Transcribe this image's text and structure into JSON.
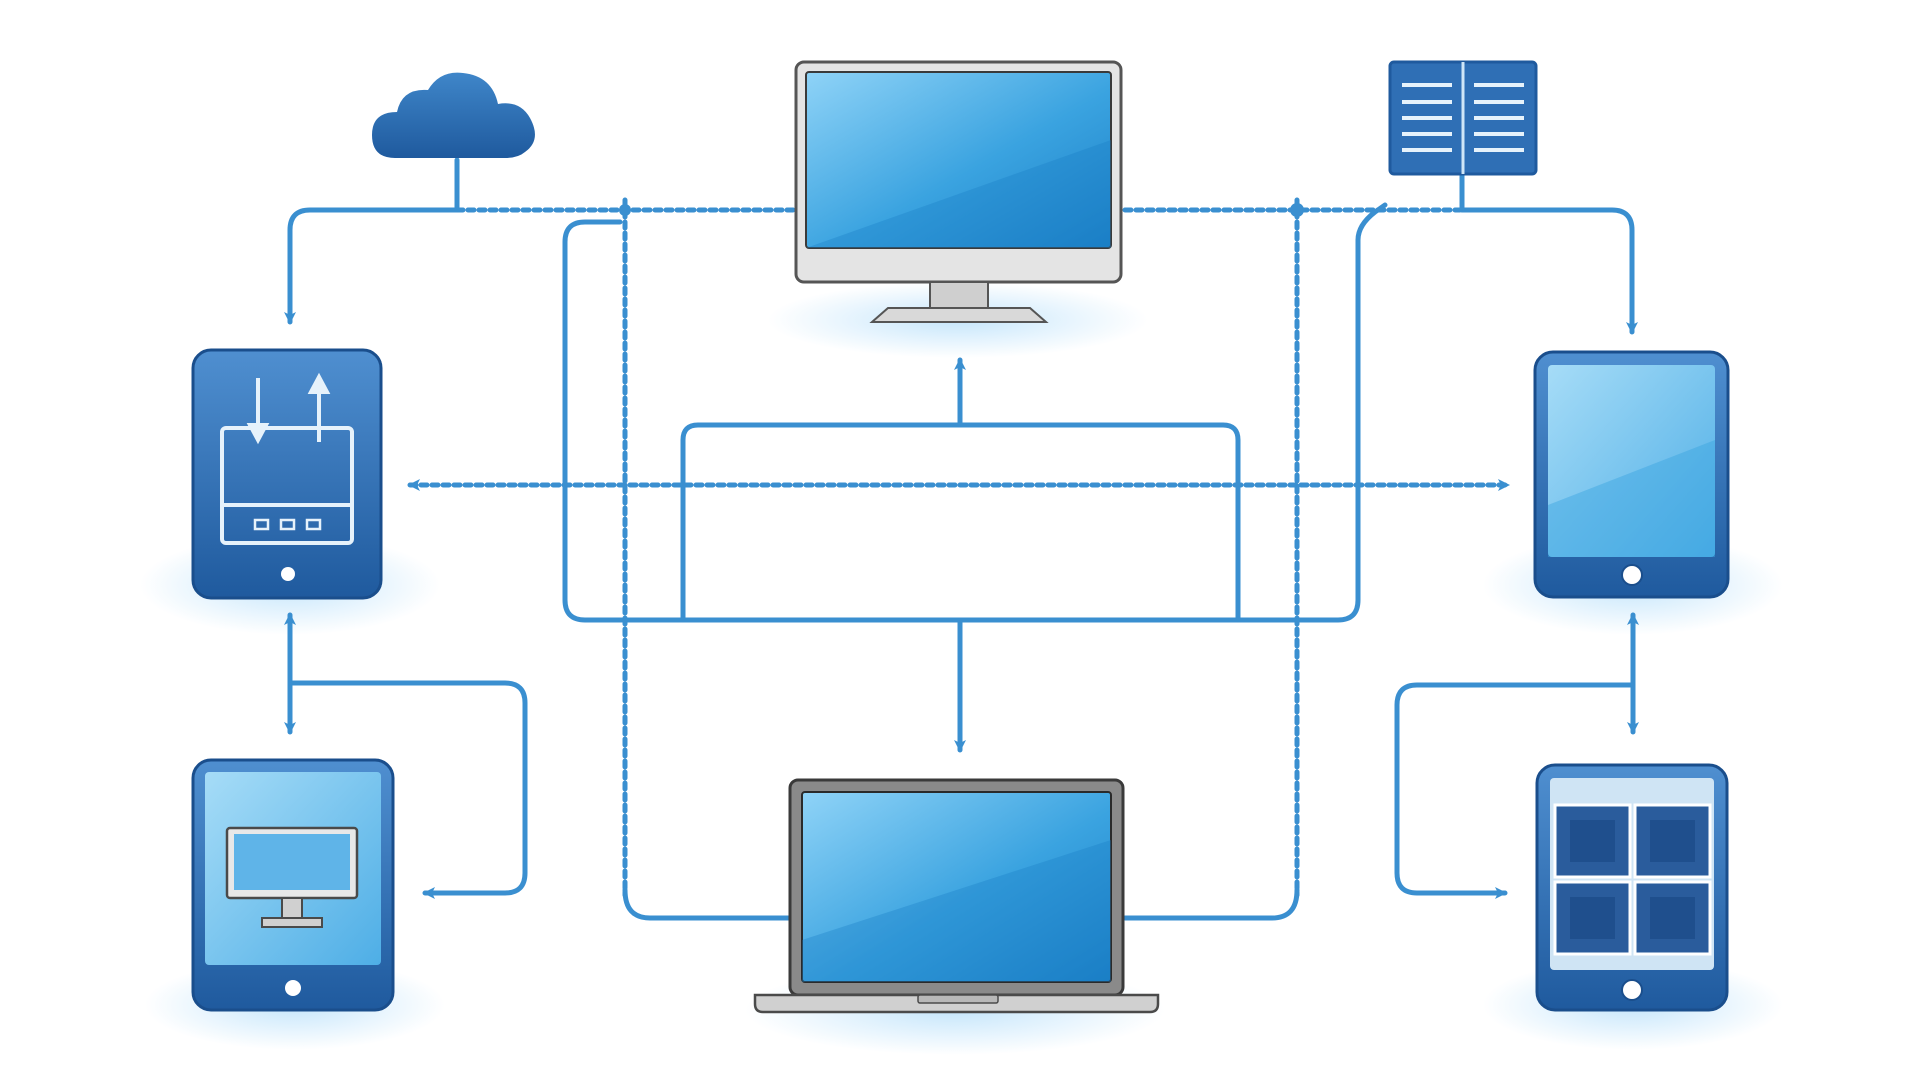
{
  "diagram": {
    "type": "network-topology",
    "nodes": [
      {
        "id": "cloud",
        "icon": "cloud-icon"
      },
      {
        "id": "desktop-monitor",
        "icon": "desktop-monitor-icon"
      },
      {
        "id": "server-panel",
        "icon": "server-panel-icon"
      },
      {
        "id": "router-tablet",
        "icon": "router-tablet-icon"
      },
      {
        "id": "tablet-right",
        "icon": "tablet-icon"
      },
      {
        "id": "desktop-tablet",
        "icon": "tablet-desktop-icon"
      },
      {
        "id": "laptop",
        "icon": "laptop-icon"
      },
      {
        "id": "grid-tablet",
        "icon": "app-grid-tablet-icon"
      }
    ],
    "connections": [
      {
        "from": "cloud",
        "to": "router-tablet",
        "style": "solid"
      },
      {
        "from": "cloud",
        "to": "server-panel",
        "style": "dotted"
      },
      {
        "from": "server-panel",
        "to": "tablet-right",
        "style": "solid"
      },
      {
        "from": "router-tablet",
        "to": "tablet-right",
        "style": "dotted",
        "bidirectional": true
      },
      {
        "from": "router-tablet",
        "to": "desktop-tablet",
        "style": "solid",
        "bidirectional": true
      },
      {
        "from": "tablet-right",
        "to": "grid-tablet",
        "style": "solid",
        "bidirectional": true
      },
      {
        "from": "laptop",
        "to": "desktop-monitor",
        "style": "solid"
      },
      {
        "from": "desktop-monitor",
        "to": "laptop",
        "style": "solid"
      }
    ]
  },
  "colors": {
    "link": "#3a8fd0",
    "device_dark": "#1f5a9e",
    "device_mid": "#3674b8",
    "screen_light": "#7cc6f0",
    "screen_mid": "#3aa3e0",
    "bezel": "#6e6e6e",
    "bezel_light": "#d6d6d6"
  }
}
